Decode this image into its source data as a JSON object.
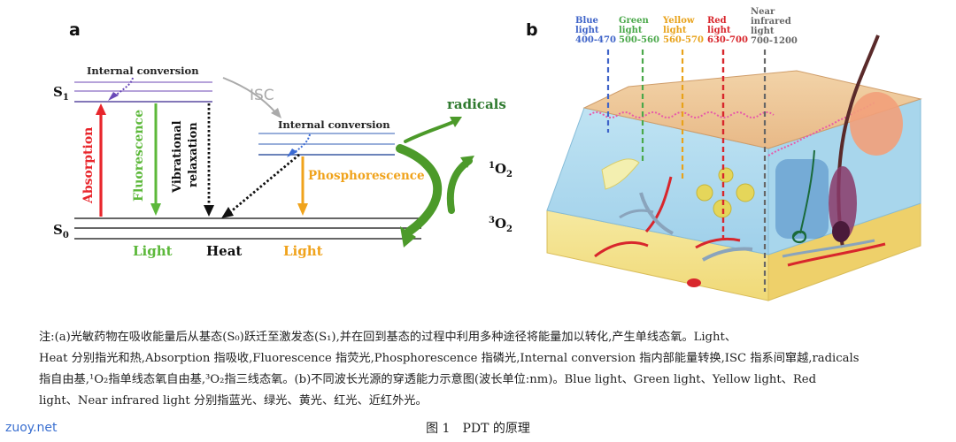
{
  "panel_a": {
    "letter": "a",
    "s1": "S",
    "s1_sub": "1",
    "s0": "S",
    "s0_sub": "0",
    "internal_conversion_top": "Internal conversion",
    "isc": "ISC",
    "internal_conversion_mid": "Internal conversion",
    "radicals": "radicals",
    "singlet_oxygen_sup": "1",
    "singlet_oxygen": "O",
    "singlet_oxygen_sub": "2",
    "triplet_oxygen_sup": "3",
    "triplet_oxygen": "O",
    "triplet_oxygen_sub": "2",
    "absorption": "Absorption",
    "fluorescence": "Fluorescence",
    "vibrational": "Vibrational",
    "relaxation": "relaxation",
    "phosphorescence": "Phosphorescence",
    "light_left": "Light",
    "heat": "Heat",
    "light_right": "Light",
    "colors": {
      "absorption": "#e8262c",
      "fluorescence": "#5cb83a",
      "phosphorescence": "#f0a31c",
      "arrow_green": "#4c9a2a",
      "isc": "#aaaaaa",
      "level_purple": "#8a6cc4",
      "level_blue": "#5a7dc4",
      "radicals": "#2f7a2f"
    }
  },
  "panel_b": {
    "letter": "b",
    "wavelengths": [
      {
        "line1": "Blue",
        "line2": "light",
        "range": "400-470",
        "color": "#3e63c8"
      },
      {
        "line1": "Green",
        "line2": "light",
        "range": "500-560",
        "color": "#4aa84a"
      },
      {
        "line1": "Yellow",
        "line2": "light",
        "range": "560-570",
        "color": "#e8a21a"
      },
      {
        "line1": "Red",
        "line2": "light",
        "range": "630-700",
        "color": "#d8262c"
      },
      {
        "line1": "Near",
        "line2": "infrared",
        "line3": "light",
        "range": "700-1200",
        "color": "#666666"
      }
    ]
  },
  "caption": {
    "line1": "注:(a)光敏药物在吸收能量后从基态(S₀)跃迁至激发态(S₁),并在回到基态的过程中利用多种途径将能量加以转化,产生单线态氧。Light、",
    "line2": "Heat 分别指光和热,Absorption 指吸收,Fluorescence 指荧光,Phosphorescence 指磷光,Internal conversion 指内部能量转换,ISC 指系间窜越,radicals",
    "line3": "指自由基,¹O₂指单线态氧自由基,³O₂指三线态氧。(b)不同波长光源的穿透能力示意图(波长单位:nm)。Blue light、Green light、Yellow light、Red",
    "line4": "light、Near infrared light 分别指蓝光、绿光、黄光、红光、近红外光。"
  },
  "figure_number": "图 1　PDT 的原理",
  "watermark": "zuoy.net"
}
